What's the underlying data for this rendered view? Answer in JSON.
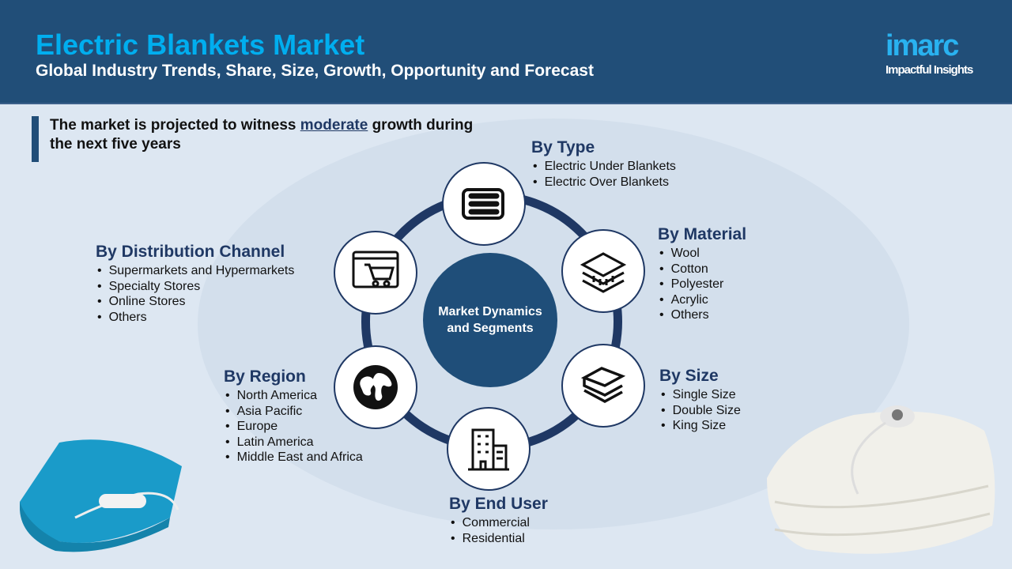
{
  "header": {
    "title": "Electric Blankets Market",
    "subtitle": "Global Industry Trends, Share, Size, Growth, Opportunity and Forecast"
  },
  "logo": {
    "name": "imarc",
    "tagline": "Impactful Insights"
  },
  "callout": {
    "before": "The market is projected to witness ",
    "highlight": "moderate",
    "after": " growth during the next five years"
  },
  "center": {
    "line1": "Market Dynamics",
    "line2": "and Segments"
  },
  "segments": {
    "type": {
      "title": "By Type",
      "items": [
        "Electric Under Blankets",
        "Electric Over Blankets"
      ]
    },
    "material": {
      "title": "By Material",
      "items": [
        "Wool",
        "Cotton",
        "Polyester",
        "Acrylic",
        "Others"
      ]
    },
    "size": {
      "title": "By Size",
      "items": [
        "Single Size",
        "Double Size",
        "King Size"
      ]
    },
    "end_user": {
      "title": "By End User",
      "items": [
        "Commercial",
        "Residential"
      ]
    },
    "region": {
      "title": "By Region",
      "items": [
        "North America",
        "Asia Pacific",
        "Europe",
        "Latin America",
        "Middle East and Africa"
      ]
    },
    "distribution": {
      "title": "By Distribution Channel",
      "items": [
        "Supermarkets and Hypermarkets",
        "Specialty Stores",
        "Online Stores",
        "Others"
      ]
    }
  }
}
